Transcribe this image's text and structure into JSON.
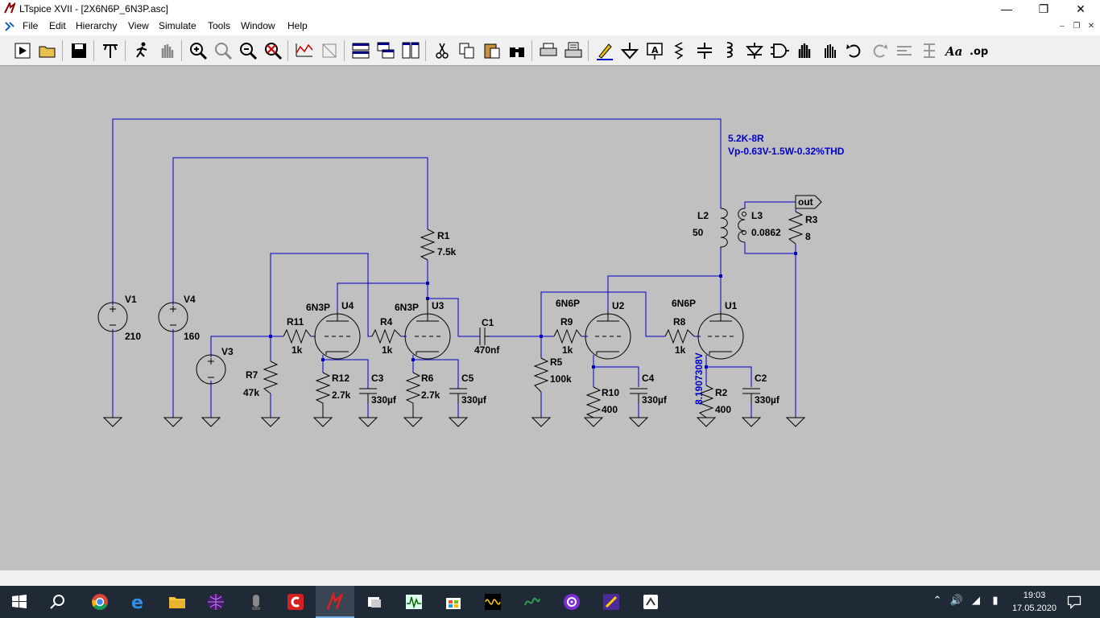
{
  "window": {
    "title": "LTspice XVII - [2X6N6P_6N3P.asc]",
    "controls": {
      "minimize": "—",
      "restore": "❐",
      "close": "✕"
    }
  },
  "menu": {
    "items": [
      "File",
      "Edit",
      "Hierarchy",
      "View",
      "Simulate",
      "Tools",
      "Window",
      "Help"
    ],
    "mdi_controls": {
      "minimize": "–",
      "restore": "❐",
      "close": "✕"
    }
  },
  "toolbar": {
    "icons": [
      "run-icon",
      "open-icon",
      "save-icon",
      "control-panel-icon",
      "halt-icon",
      "pan-icon",
      "zoom-in-icon",
      "zoom-area-icon",
      "zoom-out-icon",
      "zoom-fit-icon",
      "waveform-icon",
      "autorange-icon",
      "tile-horizontal-icon",
      "cascade-icon",
      "tile-vertical-icon",
      "cut-icon",
      "copy-icon",
      "paste-icon",
      "find-icon",
      "print-icon",
      "print-setup-icon",
      "draw-wire-icon",
      "ground-icon",
      "label-net-icon",
      "resistor-icon",
      "capacitor-icon",
      "inductor-icon",
      "diode-icon",
      "component-icon",
      "move-icon",
      "drag-icon",
      "undo-icon",
      "redo-icon",
      "rotate-icon",
      "mirror-icon",
      "text-icon",
      "spice-directive-icon"
    ],
    "text_glyphs": {
      "text": "Aa",
      "directive": ".op"
    }
  },
  "schematic": {
    "components": {
      "V1": {
        "name": "V1",
        "value": "210"
      },
      "V4": {
        "name": "V4",
        "value": "160"
      },
      "V3": {
        "name": "V3"
      },
      "R7": {
        "name": "R7",
        "value": "47k"
      },
      "R11": {
        "name": "R11",
        "value": "1k"
      },
      "U4": {
        "name": "U4",
        "model": "6N3P"
      },
      "R12": {
        "name": "R12",
        "value": "2.7k"
      },
      "C3": {
        "name": "C3",
        "value": "330µf"
      },
      "R4": {
        "name": "R4",
        "value": "1k"
      },
      "U3": {
        "name": "U3",
        "model": "6N3P"
      },
      "R6": {
        "name": "R6",
        "value": "2.7k"
      },
      "C5": {
        "name": "C5",
        "value": "330µf"
      },
      "R1": {
        "name": "R1",
        "value": "7.5k"
      },
      "C1": {
        "name": "C1",
        "value": "470nf"
      },
      "R5": {
        "name": "R5",
        "value": "100k"
      },
      "R9": {
        "name": "R9",
        "value": "1k"
      },
      "U2": {
        "name": "U2",
        "model": "6N6P"
      },
      "R10": {
        "name": "R10",
        "value": "400"
      },
      "C4": {
        "name": "C4",
        "value": "330µf"
      },
      "R8": {
        "name": "R8",
        "value": "1k"
      },
      "U1": {
        "name": "U1",
        "model": "6N6P"
      },
      "R2": {
        "name": "R2",
        "value": "400"
      },
      "C2": {
        "name": "C2",
        "value": "330µf"
      },
      "L2": {
        "name": "L2",
        "value": "50"
      },
      "L3": {
        "name": "L3",
        "value": "0.0862"
      },
      "R3": {
        "name": "R3",
        "value": "8"
      }
    },
    "net_label_out": "out",
    "comments": [
      "5.2K-8R",
      "Vp-0.63V-1.5W-0.32%THD"
    ],
    "voltage_readout": "8.1907308V",
    "colors": {
      "wire": "#0000c8",
      "background": "#c0c0c0",
      "component": "#000000",
      "comment": "#0000c8"
    }
  },
  "taskbar": {
    "apps": [
      "windows-start-icon",
      "search-icon",
      "chrome-icon",
      "edge-icon",
      "file-explorer-icon",
      "app-sphere-icon",
      "app-tube-icon",
      "ccleaner-icon",
      "ltspice-icon",
      "app-window-icon",
      "app-scope-icon",
      "store-icon",
      "app-wave-icon",
      "app-wave2-icon",
      "app-player-icon",
      "app-paint-icon",
      "app-script-icon"
    ],
    "time": "19:03",
    "date": "17.05.2020"
  }
}
